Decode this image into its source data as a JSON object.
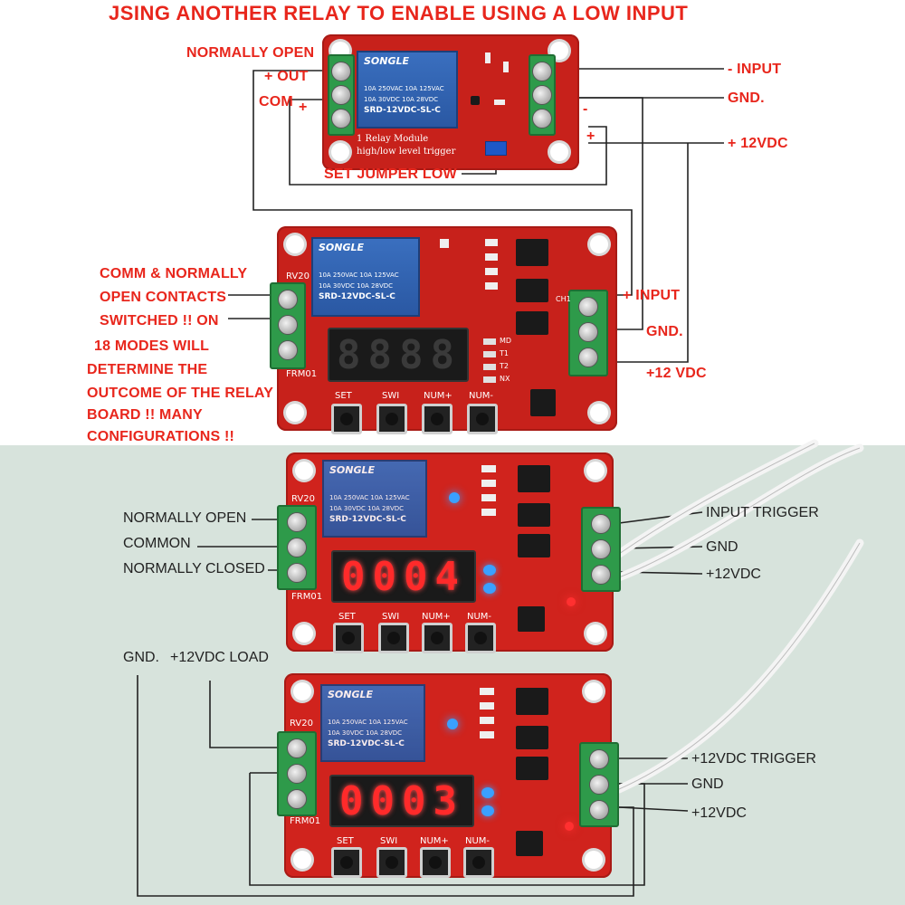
{
  "title": "JSING ANOTHER RELAY TO ENABLE USING A LOW INPUT",
  "top_relay_module": {
    "labels_left": [
      "NORMALLY OPEN",
      "+ OUT",
      "COM",
      "+"
    ],
    "labels_right": [
      "- INPUT",
      "GND.",
      "+ 12VDC",
      "-",
      "+"
    ],
    "jumper_label": "SET JUMPER LOW",
    "silk_line1": "1 Relay Module",
    "silk_line2": "high/low level trigger",
    "relay_brand": "SONGLE",
    "relay_spec1": "10A 250VAC  10A 125VAC",
    "relay_spec2": "10A 30VDC   10A 28VDC",
    "relay_model": "SRD-12VDC-SL-C"
  },
  "timer_board_1": {
    "labels_left": [
      "COMM & NORMALLY",
      "OPEN CONTACTS",
      "SWITCHED !! ON"
    ],
    "modes_note": [
      "18 MODES WILL",
      "DETERMINE THE",
      "OUTCOME OF THE RELAY",
      "BOARD !! MANY",
      "CONFIGURATIONS !!"
    ],
    "labels_right": [
      "+ INPUT",
      "GND.",
      "+12 VDC"
    ],
    "display": "8888",
    "buttons": [
      "SET",
      "SWI",
      "NUM+",
      "NUM-"
    ],
    "silk_rv": "RV20",
    "silk_frm": "FRM01",
    "silk_ind": [
      "MD",
      "T1",
      "T2",
      "NX"
    ],
    "silk_ch": "CH1"
  },
  "timer_board_2": {
    "labels_left": [
      "NORMALLY OPEN",
      "COMMON",
      "NORMALLY CLOSED"
    ],
    "labels_right": [
      "INPUT TRIGGER",
      "GND",
      "+12VDC"
    ],
    "display": "0004",
    "buttons": [
      "SET",
      "SWI",
      "NUM+",
      "NUM-"
    ],
    "silk_rv": "RV20",
    "silk_frm": "FRM01"
  },
  "timer_board_3": {
    "labels_left": [
      "GND.",
      "+12VDC LOAD"
    ],
    "labels_right": [
      "+12VDC TRIGGER",
      "GND",
      "+12VDC"
    ],
    "display": "0003",
    "buttons": [
      "SET",
      "SWI",
      "NUM+",
      "NUM-"
    ],
    "silk_rv": "RV20",
    "silk_frm": "FRM01"
  },
  "colors": {
    "label_red": "#e8261c",
    "board_red": "#c7211b",
    "relay_blue": "#2a58a3",
    "terminal_green": "#2e9a4a",
    "segment_red": "#ff2a2a",
    "led_blue": "#3aa0ff"
  }
}
